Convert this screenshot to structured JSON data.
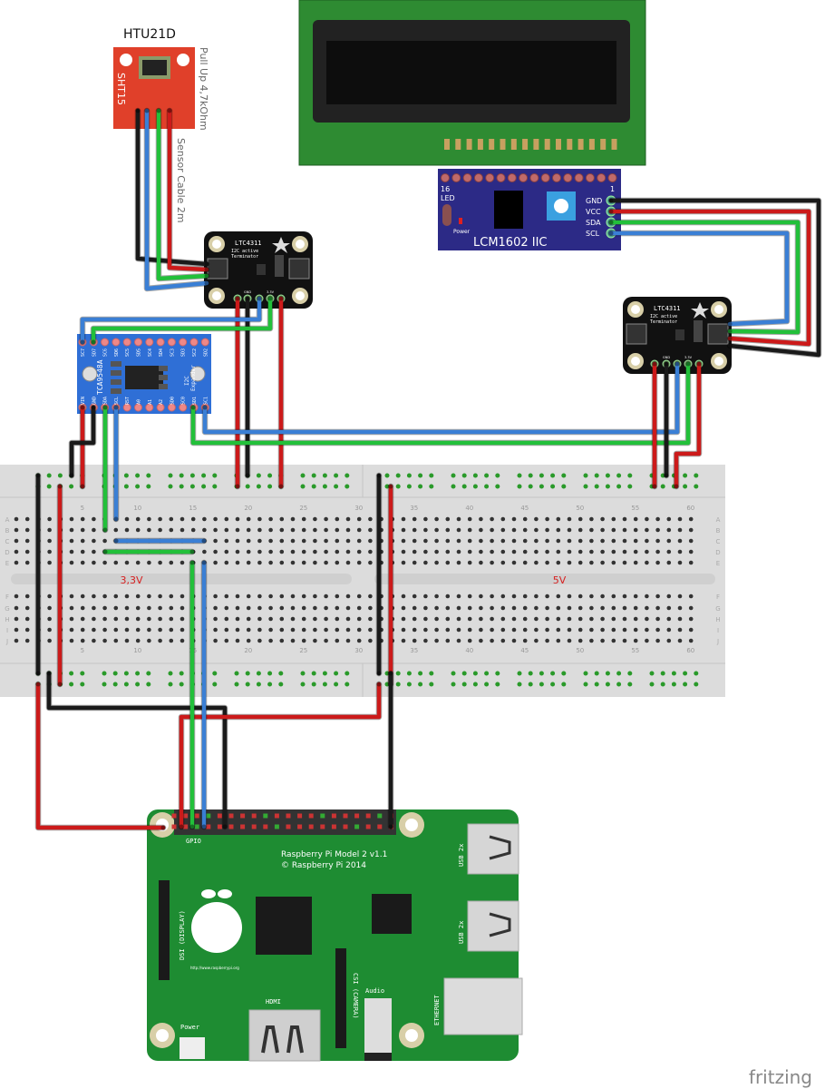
{
  "colors": {
    "wire_black": "#1a1a1a",
    "wire_red": "#cc1a1a",
    "wire_green": "#22c03a",
    "wire_blue": "#3a7fd5",
    "pcb_green": "#1e8c32",
    "lcd_green": "#2e8b32",
    "i2c_blue": "#2c2a86",
    "tca_blue": "#2f6fd6",
    "htu_red": "#e0402a",
    "breadboard": "#dcdcdc"
  },
  "sensor": {
    "title": "HTU21D",
    "board_label": "SHT15",
    "pullup_note": "Pull Up 4,7kOhm",
    "cable_note": "Sensor Cable 2m"
  },
  "terminator": {
    "name": "LTC4311",
    "line1": "I2C active",
    "line2": "Terminator",
    "pin_gnd": "GND",
    "pin_33": "3.3V"
  },
  "expander": {
    "name": "TCA9548A",
    "label1": "I2C",
    "label2": "Expander",
    "top_pins": [
      "SC7",
      "SD7",
      "SC6",
      "SD6",
      "SC5",
      "SD5",
      "SC4",
      "SD4",
      "SC3",
      "SD3",
      "SC2",
      "SD2"
    ],
    "bottom_pins": [
      "VIN",
      "GND",
      "SDA",
      "SCL",
      "RST",
      "A0",
      "A1",
      "A2",
      "SD0",
      "SC0",
      "SD1",
      "SC1"
    ]
  },
  "lcd_backpack": {
    "name": "LCM1602 IIC",
    "pin_16": "16",
    "pin_1": "1",
    "led": "LED",
    "power": "Power",
    "pins": [
      "GND",
      "VCC",
      "SDA",
      "SCL"
    ]
  },
  "breadboard": {
    "label_left": "3,3V",
    "label_right": "5V",
    "column_numbers": [
      "5",
      "10",
      "15",
      "20",
      "25",
      "30",
      "35",
      "40",
      "45",
      "50",
      "55",
      "60"
    ],
    "row_letters_top": [
      "A",
      "B",
      "C",
      "D",
      "E"
    ],
    "row_letters_bottom": [
      "F",
      "G",
      "H",
      "I",
      "J"
    ]
  },
  "rpi": {
    "title": "Raspberry Pi Model 2 v1.1",
    "copyright": "© Raspberry Pi 2014",
    "gpio": "GPIO",
    "usb1": "USB 2x",
    "usb2": "USB 2x",
    "ethernet": "ETHERNET",
    "dsi": "DSI (DISPLAY)",
    "csi": "CSI (CAMERA)",
    "hdmi": "HDMI",
    "audio": "Audio",
    "power": "Power",
    "url": "http://www.raspberrypi.org"
  },
  "brand": "fritzing"
}
